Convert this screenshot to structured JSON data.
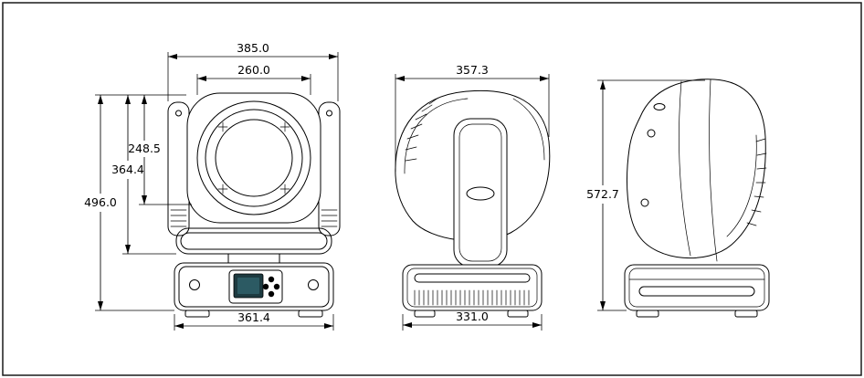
{
  "colors": {
    "line": "#000000",
    "screen": "#1d3a40",
    "screen_inner": "#2c5a63"
  },
  "dimensions": {
    "front_top_width": "385.0",
    "front_lens_width": "260.0",
    "front_head_height": "248.5",
    "front_yoke_height": "364.4",
    "front_total_height": "496.0",
    "front_base_width": "361.4",
    "side_top_width": "357.3",
    "side_base_width": "331.0",
    "rear_total_height": "572.7"
  }
}
